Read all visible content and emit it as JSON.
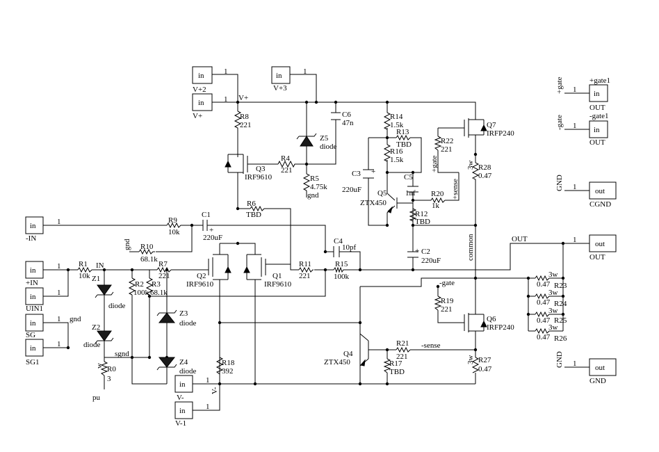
{
  "ports": [
    {
      "name": "port-v-plus-2",
      "type": "in",
      "label": "V+2",
      "pin": "1"
    },
    {
      "name": "port-v-plus-3",
      "type": "in",
      "label": "V+3",
      "pin": "1"
    },
    {
      "name": "port-v-plus",
      "type": "in",
      "label": "V+",
      "pin": "1"
    },
    {
      "name": "port-minus-in",
      "type": "in",
      "label": "-IN",
      "pin": "1"
    },
    {
      "name": "port-plus-in",
      "type": "in",
      "label": "+IN",
      "pin": "1"
    },
    {
      "name": "port-uin1",
      "type": "in",
      "label": "UIN1",
      "pin": "1"
    },
    {
      "name": "port-sg",
      "type": "in",
      "label": "SG",
      "pin": "1"
    },
    {
      "name": "port-sg1",
      "type": "in",
      "label": "SG1",
      "pin": "1"
    },
    {
      "name": "port-v-minus",
      "type": "in",
      "label": "V-",
      "pin": "1"
    },
    {
      "name": "port-v-minus-1",
      "type": "in",
      "label": "V-1",
      "pin": "1"
    },
    {
      "name": "port-plus-gate",
      "type": "in",
      "label": "OUT",
      "pin": "1",
      "top": "+gate1",
      "side": "+gate"
    },
    {
      "name": "port-minus-gate",
      "type": "in",
      "label": "OUT",
      "pin": "1",
      "top": "-gate1",
      "side": "-gate"
    },
    {
      "name": "port-cgnd",
      "type": "out",
      "label": "CGND",
      "pin": "1",
      "side": "GND"
    },
    {
      "name": "port-out",
      "type": "out",
      "label": "OUT",
      "pin": "1"
    },
    {
      "name": "port-gnd",
      "type": "out",
      "label": "GND",
      "pin": "1",
      "side": "GND"
    }
  ],
  "components": {
    "R8": {
      "ref": "R8",
      "value": "221"
    },
    "C6": {
      "ref": "C6",
      "value": "47n"
    },
    "Z5": {
      "ref": "Z5",
      "value": "diode"
    },
    "R4": {
      "ref": "R4",
      "value": "221"
    },
    "R5": {
      "ref": "R5",
      "value": "4.75k",
      "extra": "gnd"
    },
    "Q3": {
      "ref": "Q3",
      "value": "IRF9610"
    },
    "R14": {
      "ref": "R14",
      "value": "1.5k"
    },
    "R13": {
      "ref": "R13",
      "value": "TBD"
    },
    "R16": {
      "ref": "R16",
      "value": "1.5k"
    },
    "C3": {
      "ref": "C3",
      "value": "220uF"
    },
    "C5": {
      "ref": "C5",
      "value": "1nf"
    },
    "Q5": {
      "ref": "Q5",
      "value": "ZTX450"
    },
    "R12": {
      "ref": "R12",
      "value": "TBD"
    },
    "R20": {
      "ref": "R20",
      "value": "1k"
    },
    "R22": {
      "ref": "R22",
      "value": "221"
    },
    "Q7": {
      "ref": "Q7",
      "value": "IRFP240"
    },
    "R28": {
      "ref": "R28",
      "value": "0.47",
      "power": "3w"
    },
    "R6": {
      "ref": "R6",
      "value": "TBD"
    },
    "R9": {
      "ref": "R9",
      "value": "10k"
    },
    "C1": {
      "ref": "C1",
      "value": "220uF"
    },
    "R10": {
      "ref": "R10",
      "value": "68.1k",
      "extra": "gnd"
    },
    "C4": {
      "ref": "C4",
      "value": "10pf"
    },
    "C2": {
      "ref": "C2",
      "value": "220uF"
    },
    "R1": {
      "ref": "R1",
      "value": "10k"
    },
    "R7": {
      "ref": "R7",
      "value": "221"
    },
    "Q2": {
      "ref": "Q2",
      "value": "IRF9610"
    },
    "Q1": {
      "ref": "Q1",
      "value": "IRF9610"
    },
    "R11": {
      "ref": "R11",
      "value": "221"
    },
    "R15": {
      "ref": "R15",
      "value": "100k"
    },
    "Z1": {
      "ref": "Z1",
      "value": "diode"
    },
    "R2": {
      "ref": "R2",
      "value": "100k"
    },
    "R3": {
      "ref": "R3",
      "value": "68.1k"
    },
    "Z2": {
      "ref": "Z2",
      "value": "diode"
    },
    "Z3": {
      "ref": "Z3",
      "value": "diode"
    },
    "Z4": {
      "ref": "Z4",
      "value": "diode"
    },
    "R0": {
      "ref": "R0",
      "value": "3",
      "power": "w",
      "extra": "pu"
    },
    "R18": {
      "ref": "R18",
      "value": "392"
    },
    "R19": {
      "ref": "R19",
      "value": "221"
    },
    "Q6": {
      "ref": "Q6",
      "value": "IRFP240"
    },
    "Q4": {
      "ref": "Q4",
      "value": "ZTX450"
    },
    "R21": {
      "ref": "R21",
      "value": "221"
    },
    "R17": {
      "ref": "R17",
      "value": "TBD"
    },
    "R27": {
      "ref": "R27",
      "value": "0.47",
      "power": "3w"
    },
    "R23": {
      "ref": "R23",
      "value": "0.47",
      "power": "3w"
    },
    "R24": {
      "ref": "R24",
      "value": "0.47",
      "power": "3w"
    },
    "R25": {
      "ref": "R25",
      "value": "0.47",
      "power": "3w"
    },
    "R26": {
      "ref": "R26",
      "value": "0.47",
      "power": "3w"
    }
  },
  "net_labels": {
    "v_plus": "V+",
    "v_minus": "V-",
    "in": "IN",
    "gnd": "gnd",
    "sgnd": "sgnd",
    "common": "common",
    "out": "OUT",
    "plus_gate": "+gate",
    "minus_gate": "-gate",
    "plus_sense": "+sense",
    "minus_sense": "-sense",
    "cap_plus": "+"
  }
}
